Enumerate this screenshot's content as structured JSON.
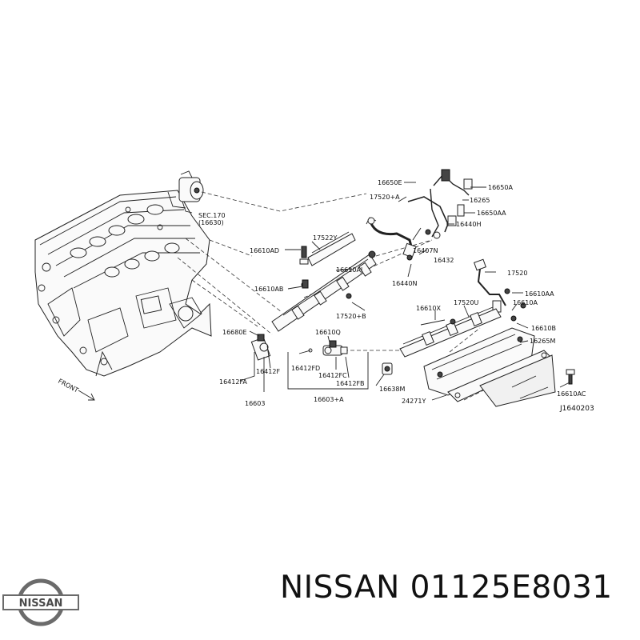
{
  "diagram": {
    "labels": {
      "sec170": "SEC.170",
      "sec170_sub": "(16630)",
      "p16610AD": "16610AD",
      "p17522Y": "17522Y",
      "p16610AB": "16610AB",
      "p16610AJ": "16610AJ",
      "p17520B": "17520+B",
      "p16650E": "16650E",
      "p17520A": "17520+A",
      "p16650A": "16650A",
      "p16265": "16265",
      "p16650AA": "16650AA",
      "p16440H": "16440H",
      "p16407N": "16407N",
      "p16432": "16432",
      "p16440N": "16440N",
      "p17520": "17520",
      "p16610AA": "16610AA",
      "p16610X": "16610X",
      "p17520U": "17520U",
      "p16610A": "16610A",
      "p16610B": "16610B",
      "p16265M": "16265M",
      "p16680E": "16680E",
      "p16610Q": "16610Q",
      "p16412F": "16412F",
      "p16412FD": "16412FD",
      "p16412FC": "16412FC",
      "p16412FB": "16412FB",
      "p16412FA": "16412FA",
      "p16603": "16603",
      "p16603A": "16603+A",
      "p16638M": "16638M",
      "p24271Y": "24271Y",
      "p16610AC": "16610AC",
      "front": "FRONT",
      "drawing_id": "J1640203"
    }
  },
  "brand": {
    "logo_text": "NISSAN",
    "caption": "NISSAN 01125E8031"
  }
}
